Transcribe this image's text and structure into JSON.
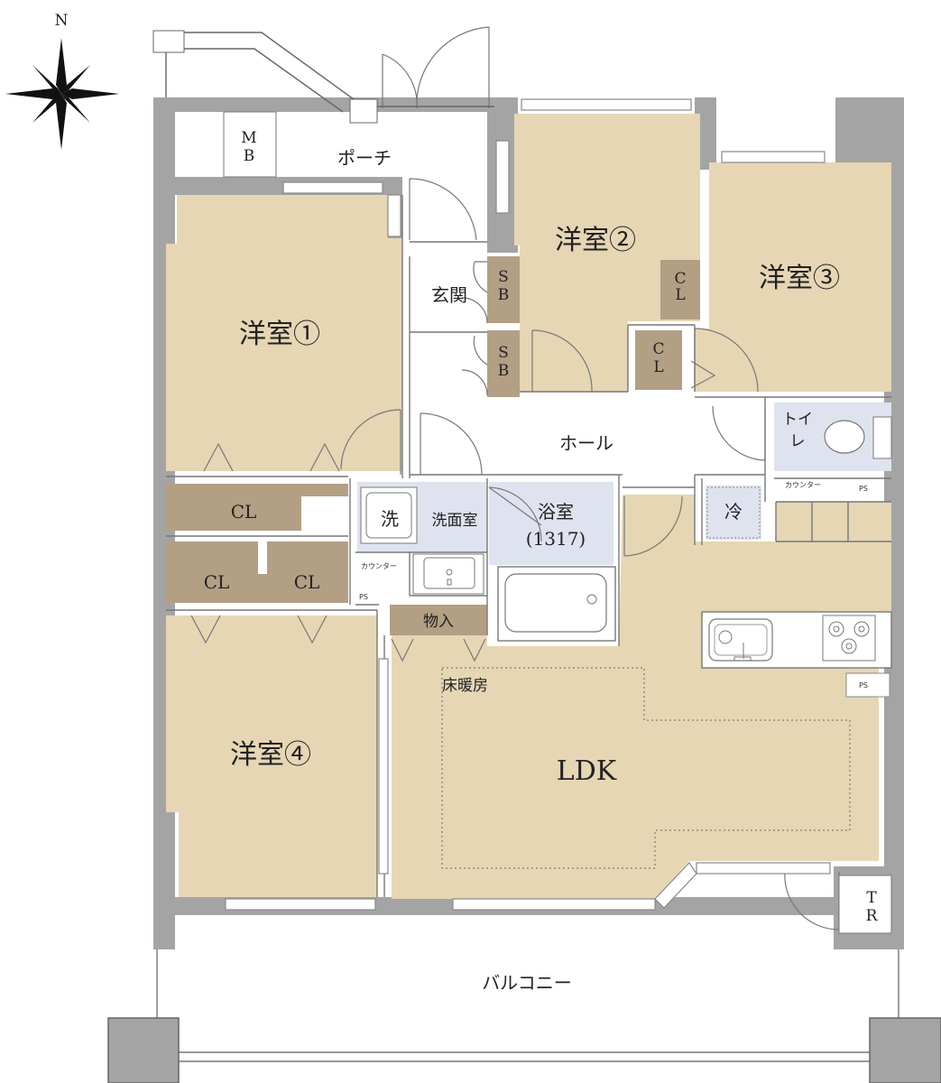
{
  "compass": {
    "north_label": "N"
  },
  "rooms": {
    "western1": "洋室①",
    "western2": "洋室②",
    "western3": "洋室③",
    "western4": "洋室④",
    "ldk": "LDK",
    "floor_heating": "床暖房",
    "porch": "ポーチ",
    "entrance": "玄関",
    "hall": "ホール",
    "washroom": "洗面室",
    "washer": "洗",
    "bathroom": "浴室",
    "bath_size": "(1317)",
    "toilet_line1": "トイ",
    "toilet_line2": "レ",
    "fridge": "冷",
    "storage": "物入",
    "balcony": "バルコニー"
  },
  "labels": {
    "cl": "CL",
    "c": "C",
    "l": "L",
    "sb_s": "S",
    "sb_b": "B",
    "mb_m": "M",
    "mb_b": "B",
    "tr_t": "T",
    "tr_r": "R",
    "ps": "PS",
    "counter": "カウンター"
  }
}
